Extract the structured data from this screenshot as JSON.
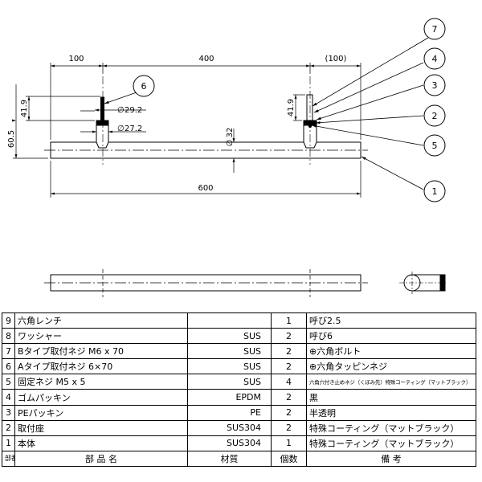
{
  "drawing": {
    "dims": {
      "left_offset": "100",
      "center_span": "400",
      "right_offset": "(100)",
      "total_length": "600",
      "height_left": "41.9",
      "height_right": "41.9",
      "height_total": "60.5",
      "dia_base_top": "29.2",
      "dia_base_bottom": "27.2",
      "dia_bar": "32",
      "dia_symbol": "∅"
    },
    "callouts": [
      "7",
      "4",
      "3",
      "2",
      "5",
      "1",
      "6"
    ]
  },
  "parts_table": {
    "headers": {
      "no": "部番",
      "name": "部 品 名",
      "material": "材質",
      "qty": "個数",
      "note": "備 考"
    },
    "rows": [
      {
        "no": "9",
        "name": "六角レンチ",
        "material": "",
        "qty": "1",
        "note": "呼び2.5",
        "small": false
      },
      {
        "no": "8",
        "name": "ワッシャー",
        "material": "SUS",
        "qty": "2",
        "note": "呼び6",
        "small": false
      },
      {
        "no": "7",
        "name": "Bタイプ取付ネジ M6 x 70",
        "material": "SUS",
        "qty": "2",
        "note": "⊕六角ボルト",
        "small": false
      },
      {
        "no": "6",
        "name": "Aタイプ取付ネジ 6×70",
        "material": "SUS",
        "qty": "2",
        "note": "⊕六角タッピンネジ",
        "small": false
      },
      {
        "no": "5",
        "name": "固定ネジ M5 x 5",
        "material": "SUS",
        "qty": "4",
        "note": "六角穴付き止めネジ（くぼみ先）特殊コーティング（マットブラック）",
        "small": true
      },
      {
        "no": "4",
        "name": "ゴムパッキン",
        "material": "EPDM",
        "qty": "2",
        "note": "黒",
        "small": false
      },
      {
        "no": "3",
        "name": "PEパッキン",
        "material": "PE",
        "qty": "2",
        "note": "半透明",
        "small": false
      },
      {
        "no": "2",
        "name": "取付座",
        "material": "SUS304",
        "qty": "2",
        "note": "特殊コーティング（マットブラック）",
        "small": false
      },
      {
        "no": "1",
        "name": "本体",
        "material": "SUS304",
        "qty": "1",
        "note": "特殊コーティング（マットブラック）",
        "small": false
      }
    ]
  }
}
